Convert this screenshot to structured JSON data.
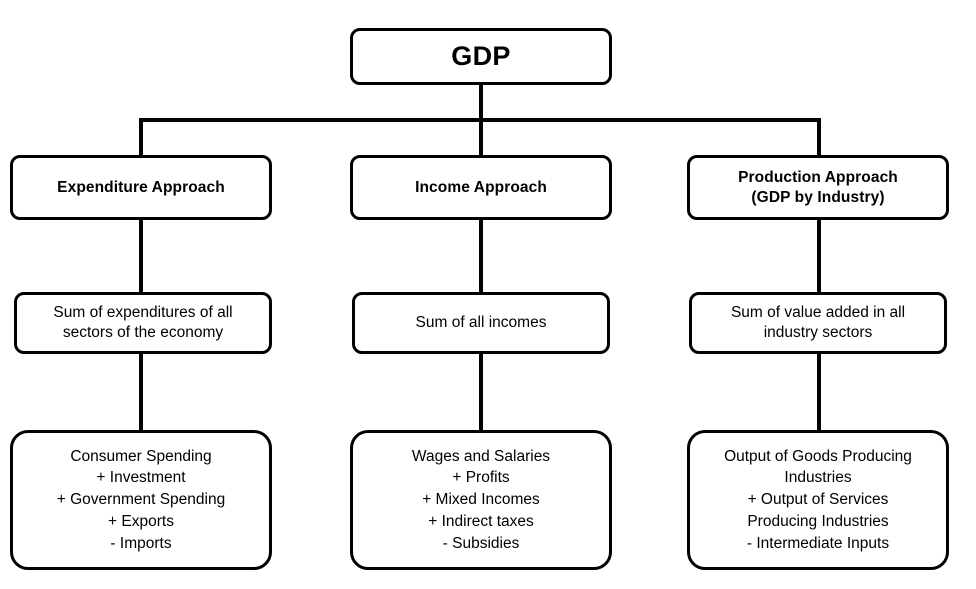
{
  "diagram": {
    "title": "GDP measurement approaches flowchart",
    "root": {
      "label": "GDP"
    },
    "columns": [
      {
        "key": "expenditure",
        "approach_label": "Expenditure Approach",
        "summary_label": "Sum of expenditures of all\nsectors of the economy",
        "formula_label": "Consumer Spending\n+ Investment\n+ Government Spending\n+ Exports\n- Imports",
        "formula_lines": [
          "Consumer Spending",
          "+ Investment",
          "+ Government Spending",
          "+ Exports",
          "- Imports"
        ]
      },
      {
        "key": "income",
        "approach_label": "Income Approach",
        "summary_label": "Sum of all incomes",
        "formula_label": "Wages and Salaries\n+ Profits\n+ Mixed Incomes\n+ Indirect taxes\n- Subsidies",
        "formula_lines": [
          "Wages and Salaries",
          "+ Profits",
          "+ Mixed Incomes",
          "+ Indirect taxes",
          "- Subsidies"
        ]
      },
      {
        "key": "production",
        "approach_label": "Production Approach\n(GDP by Industry)",
        "summary_label": "Sum of value added in all\nindustry sectors",
        "formula_label": "Output of Goods Producing\nIndustries\n+ Output of Services\nProducing Industries\n- Intermediate Inputs",
        "formula_lines": [
          "Output of Goods Producing",
          "Industries",
          "+ Output of Services",
          "Producing Industries",
          "- Intermediate Inputs"
        ]
      }
    ],
    "colors": {
      "stroke": "#000000",
      "fill": "#ffffff",
      "text": "#000000",
      "background": "#ffffff"
    }
  }
}
